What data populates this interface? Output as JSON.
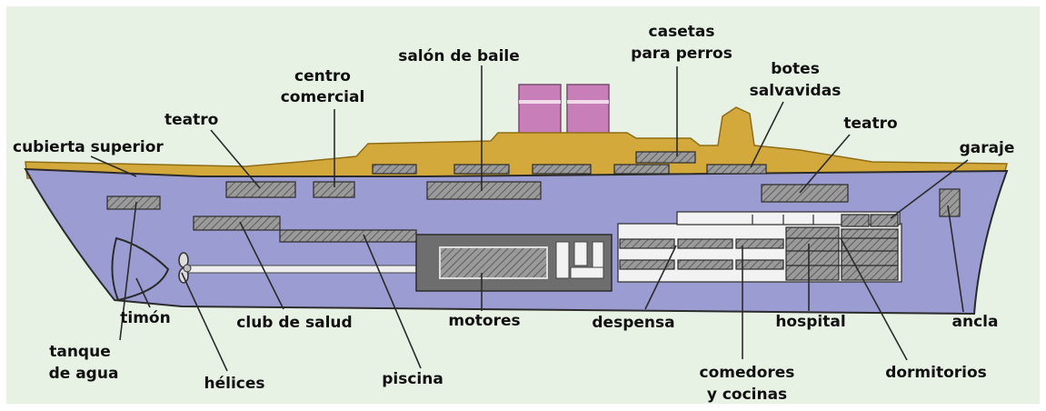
{
  "colors": {
    "panel": "#e7f2e4",
    "hull": "#9b9cd1",
    "deck": "#d2a93a",
    "funnel": "#c87fb8",
    "room_fill": "#8c8c8c",
    "room_light": "#f2f2f2",
    "engine_room": "#6e6e6e",
    "outline": "#2b2b2b"
  },
  "labels": {
    "cubierta_superior": "cubierta superior",
    "teatro_1": "teatro",
    "centro_1": "centro",
    "centro_2": "comercial",
    "salon": "salón de baile",
    "casetas_1": "casetas",
    "casetas_2": "para perros",
    "botes_1": "botes",
    "botes_2": "salvavidas",
    "teatro_2": "teatro",
    "garaje": "garaje",
    "timon": "timón",
    "tanque_1": "tanque",
    "tanque_2": "de agua",
    "helices": "hélices",
    "club": "club de salud",
    "piscina": "piscina",
    "motores": "motores",
    "despensa": "despensa",
    "comedores_1": "comedores",
    "comedores_2": "y cocinas",
    "hospital": "hospital",
    "dormitorios": "dormitorios",
    "ancla": "ancla"
  }
}
